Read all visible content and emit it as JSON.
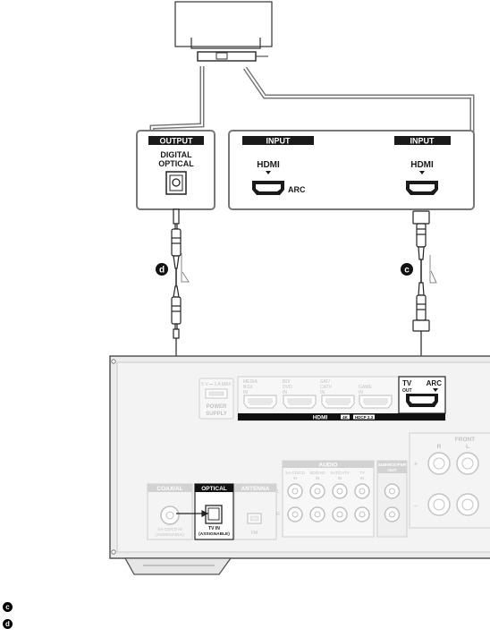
{
  "tv": {
    "output_box": {
      "header": "OUTPUT",
      "line1": "DIGITAL",
      "line2": "OPTICAL"
    },
    "input_arc": {
      "header": "INPUT",
      "label": "HDMI",
      "arc": "ARC"
    },
    "input_hdmi": {
      "header": "INPUT",
      "label": "HDMI"
    }
  },
  "cables": {
    "optical_marker": "d",
    "hdmi_marker": "c"
  },
  "receiver": {
    "power_supply": {
      "rating": "5 V ⎓ 1 A MAX",
      "line1": "POWER",
      "line2": "SUPPLY"
    },
    "hdmi_inputs": [
      {
        "line1": "MEDIA",
        "line2": "BOX",
        "line3": "IN"
      },
      {
        "line1": "BD/",
        "line2": "DVD",
        "line3": "IN"
      },
      {
        "line1": "SAT/",
        "line2": "CATV",
        "line3": "IN"
      },
      {
        "line1": "GAME",
        "line2": "",
        "line3": "IN"
      }
    ],
    "tv_out": {
      "tv": "TV",
      "out": "OUT",
      "arc": "ARC"
    },
    "hdmi_bar": {
      "label": "HDMI",
      "badge1": "4K",
      "badge2": "HDCP 2.3"
    },
    "audio_section": {
      "title": "AUDIO",
      "columns": [
        {
          "line1": "SA-CD/CD",
          "line2": "IN"
        },
        {
          "line1": "BD/DVD",
          "line2": "IN"
        },
        {
          "line1": "SAT/CATV",
          "line2": "IN"
        },
        {
          "line1": "TV",
          "line2": "IN"
        }
      ],
      "side_l": "L",
      "side_r": "R"
    },
    "subwoofer": {
      "line1": "SUBWOOFER",
      "line2": "OUT"
    },
    "front": {
      "title": "FRONT",
      "r": "R",
      "l": "L",
      "plus": "+",
      "minus": "–"
    },
    "coaxial": {
      "header": "COAXIAL",
      "line1": "SA-CD/CD IN",
      "line2": "(ASSIGNABLE)"
    },
    "optical": {
      "header": "OPTICAL",
      "line1": "TV IN",
      "line2": "(ASSIGNABLE)"
    },
    "antenna": {
      "header": "ANTENNA",
      "fm": "FM"
    }
  },
  "legend": [
    {
      "marker": "c",
      "text": ""
    },
    {
      "marker": "d",
      "text": ""
    }
  ]
}
